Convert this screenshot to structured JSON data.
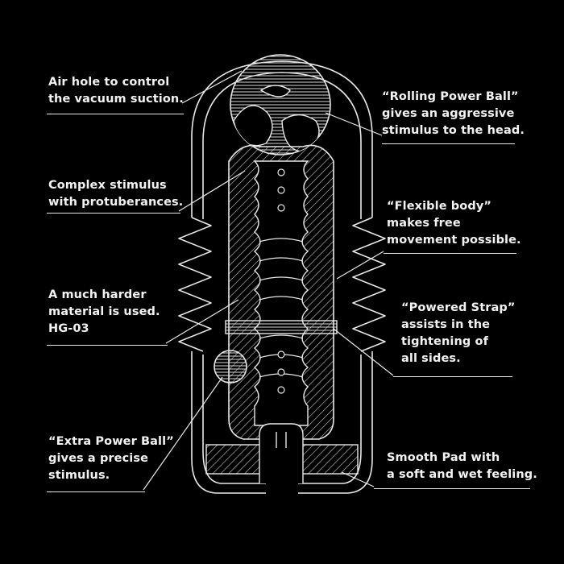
{
  "colors": {
    "background": "#000000",
    "line": "#e8e8e8",
    "text": "#f2f2f2"
  },
  "callouts": {
    "air_hole": {
      "lines": [
        "Air hole to control",
        "the vacuum suction."
      ]
    },
    "rolling_ball": {
      "lines": [
        "“Rolling Power Ball”",
        "gives an aggressive",
        "stimulus to the head."
      ]
    },
    "complex": {
      "lines": [
        "Complex stimulus",
        "with protuberances."
      ]
    },
    "flexible": {
      "lines": [
        "“Flexible body”",
        "makes free",
        "movement possible."
      ]
    },
    "harder": {
      "lines": [
        "A much harder",
        "material is used.",
        "HG-03"
      ]
    },
    "powered_strap": {
      "lines": [
        "“Powered Strap”",
        "assists in the",
        "tightening of",
        "all sides."
      ]
    },
    "extra_ball": {
      "lines": [
        "“Extra Power Ball”",
        "gives a precise",
        "stimulus."
      ]
    },
    "smooth_pad": {
      "lines": [
        "Smooth Pad with",
        "a soft and wet feeling."
      ]
    }
  }
}
